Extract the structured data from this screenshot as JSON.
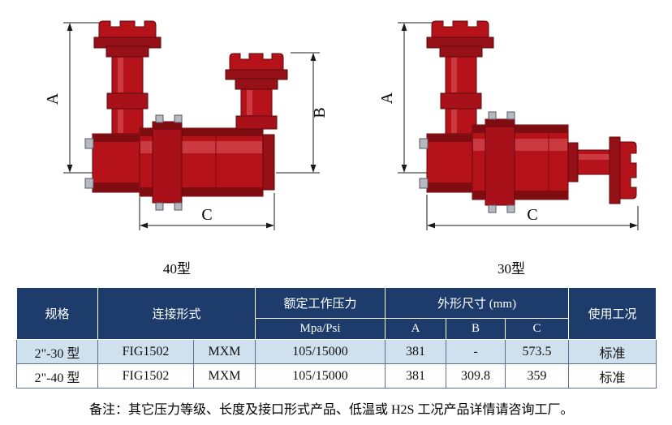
{
  "colors": {
    "header_bg": "#1d3c6b",
    "header_text": "#ffffff",
    "row_alt_bg": "#cfe0ef",
    "valve_red": "#b5121a",
    "valve_red_dark": "#7e0c11"
  },
  "drawings": {
    "left": {
      "caption": "40型",
      "dim_a": "A",
      "dim_b": "B",
      "dim_c": "C"
    },
    "right": {
      "caption": "30型",
      "dim_a": "A",
      "dim_c": "C"
    }
  },
  "table": {
    "header": {
      "spec": "规格",
      "connection": "连接形式",
      "pressure_title": "额定工作压力",
      "pressure_unit": "Mpa/Psi",
      "dimensions": "外形尺寸 (mm)",
      "col_a": "A",
      "col_b": "B",
      "col_c": "C",
      "condition": "使用工况"
    },
    "rows": [
      {
        "spec": "2\"-30 型",
        "connection_type": "FIG1502",
        "connection_mode": "MXM",
        "pressure": "105/15000",
        "a": "381",
        "b": "-",
        "c": "573.5",
        "condition": "标准"
      },
      {
        "spec": "2\"-40 型",
        "connection_type": "FIG1502",
        "connection_mode": "MXM",
        "pressure": "105/15000",
        "a": "381",
        "b": "309.8",
        "c": "359",
        "condition": "标准"
      }
    ]
  },
  "note": "备注：其它压力等级、长度及接口形式产品、低温或 H2S 工况产品详情请咨询工厂。"
}
